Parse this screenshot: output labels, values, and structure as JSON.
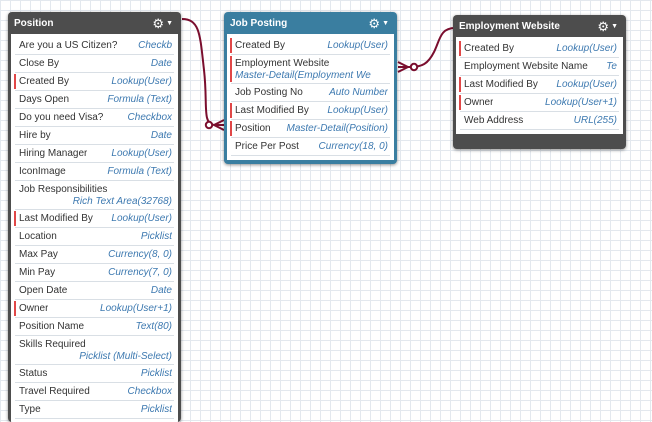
{
  "colors": {
    "relationship": "#7a0e2e",
    "required_marker": "#e04747",
    "type_text": "#3d79b0",
    "header_gray": "#4d4d4d",
    "header_blue": "#3a7ea0"
  },
  "icons": {
    "settings": "gear-icon",
    "menu": "caret-down-icon"
  },
  "position": {
    "title": "Position",
    "fields": [
      {
        "name": "Are you a US Citizen?",
        "type": "Checkb"
      },
      {
        "name": "Close By",
        "type": "Date"
      },
      {
        "name": "Created By",
        "type": "Lookup(User)",
        "required": true
      },
      {
        "name": "Days Open",
        "type": "Formula (Text)"
      },
      {
        "name": "Do you need Visa?",
        "type": "Checkbox"
      },
      {
        "name": "Hire by",
        "type": "Date"
      },
      {
        "name": "Hiring Manager",
        "type": "Lookup(User)"
      },
      {
        "name": "IconImage",
        "type": "Formula (Text)"
      },
      {
        "name": "Job Responsibilities",
        "type": "Rich Text Area(32768)",
        "stacked": true
      },
      {
        "name": "Last Modified By",
        "type": "Lookup(User)",
        "required": true
      },
      {
        "name": "Location",
        "type": "Picklist"
      },
      {
        "name": "Max Pay",
        "type": "Currency(8, 0)"
      },
      {
        "name": "Min Pay",
        "type": "Currency(7, 0)"
      },
      {
        "name": "Open Date",
        "type": "Date"
      },
      {
        "name": "Owner",
        "type": "Lookup(User+1)",
        "required": true
      },
      {
        "name": "Position Name",
        "type": "Text(80)"
      },
      {
        "name": "Skills Required",
        "type": "Picklist (Multi-Select)",
        "stacked": true
      },
      {
        "name": "Status",
        "type": "Picklist"
      },
      {
        "name": "Travel Required",
        "type": "Checkbox"
      },
      {
        "name": "Type",
        "type": "Picklist"
      }
    ]
  },
  "job_posting": {
    "title": "Job Posting",
    "fields": [
      {
        "name": "Created By",
        "type": "Lookup(User)",
        "required": true
      },
      {
        "name": "Employment Website",
        "type": "Master-Detail(Employment We",
        "stacked": true,
        "left": true,
        "required": true
      },
      {
        "name": "Job Posting No",
        "type": "Auto Number"
      },
      {
        "name": "Last Modified By",
        "type": "Lookup(User)",
        "required": true
      },
      {
        "name": "Position",
        "type": "Master-Detail(Position)",
        "required": true
      },
      {
        "name": "Price Per Post",
        "type": "Currency(18, 0)"
      }
    ]
  },
  "employment_website": {
    "title": "Employment Website",
    "fields": [
      {
        "name": "Created By",
        "type": "Lookup(User)",
        "required": true
      },
      {
        "name": "Employment Website Name",
        "type": "Te"
      },
      {
        "name": "Last Modified By",
        "type": "Lookup(User)",
        "required": true
      },
      {
        "name": "Owner",
        "type": "Lookup(User+1)",
        "required": true
      },
      {
        "name": "Web Address",
        "type": "URL(255)"
      }
    ]
  }
}
